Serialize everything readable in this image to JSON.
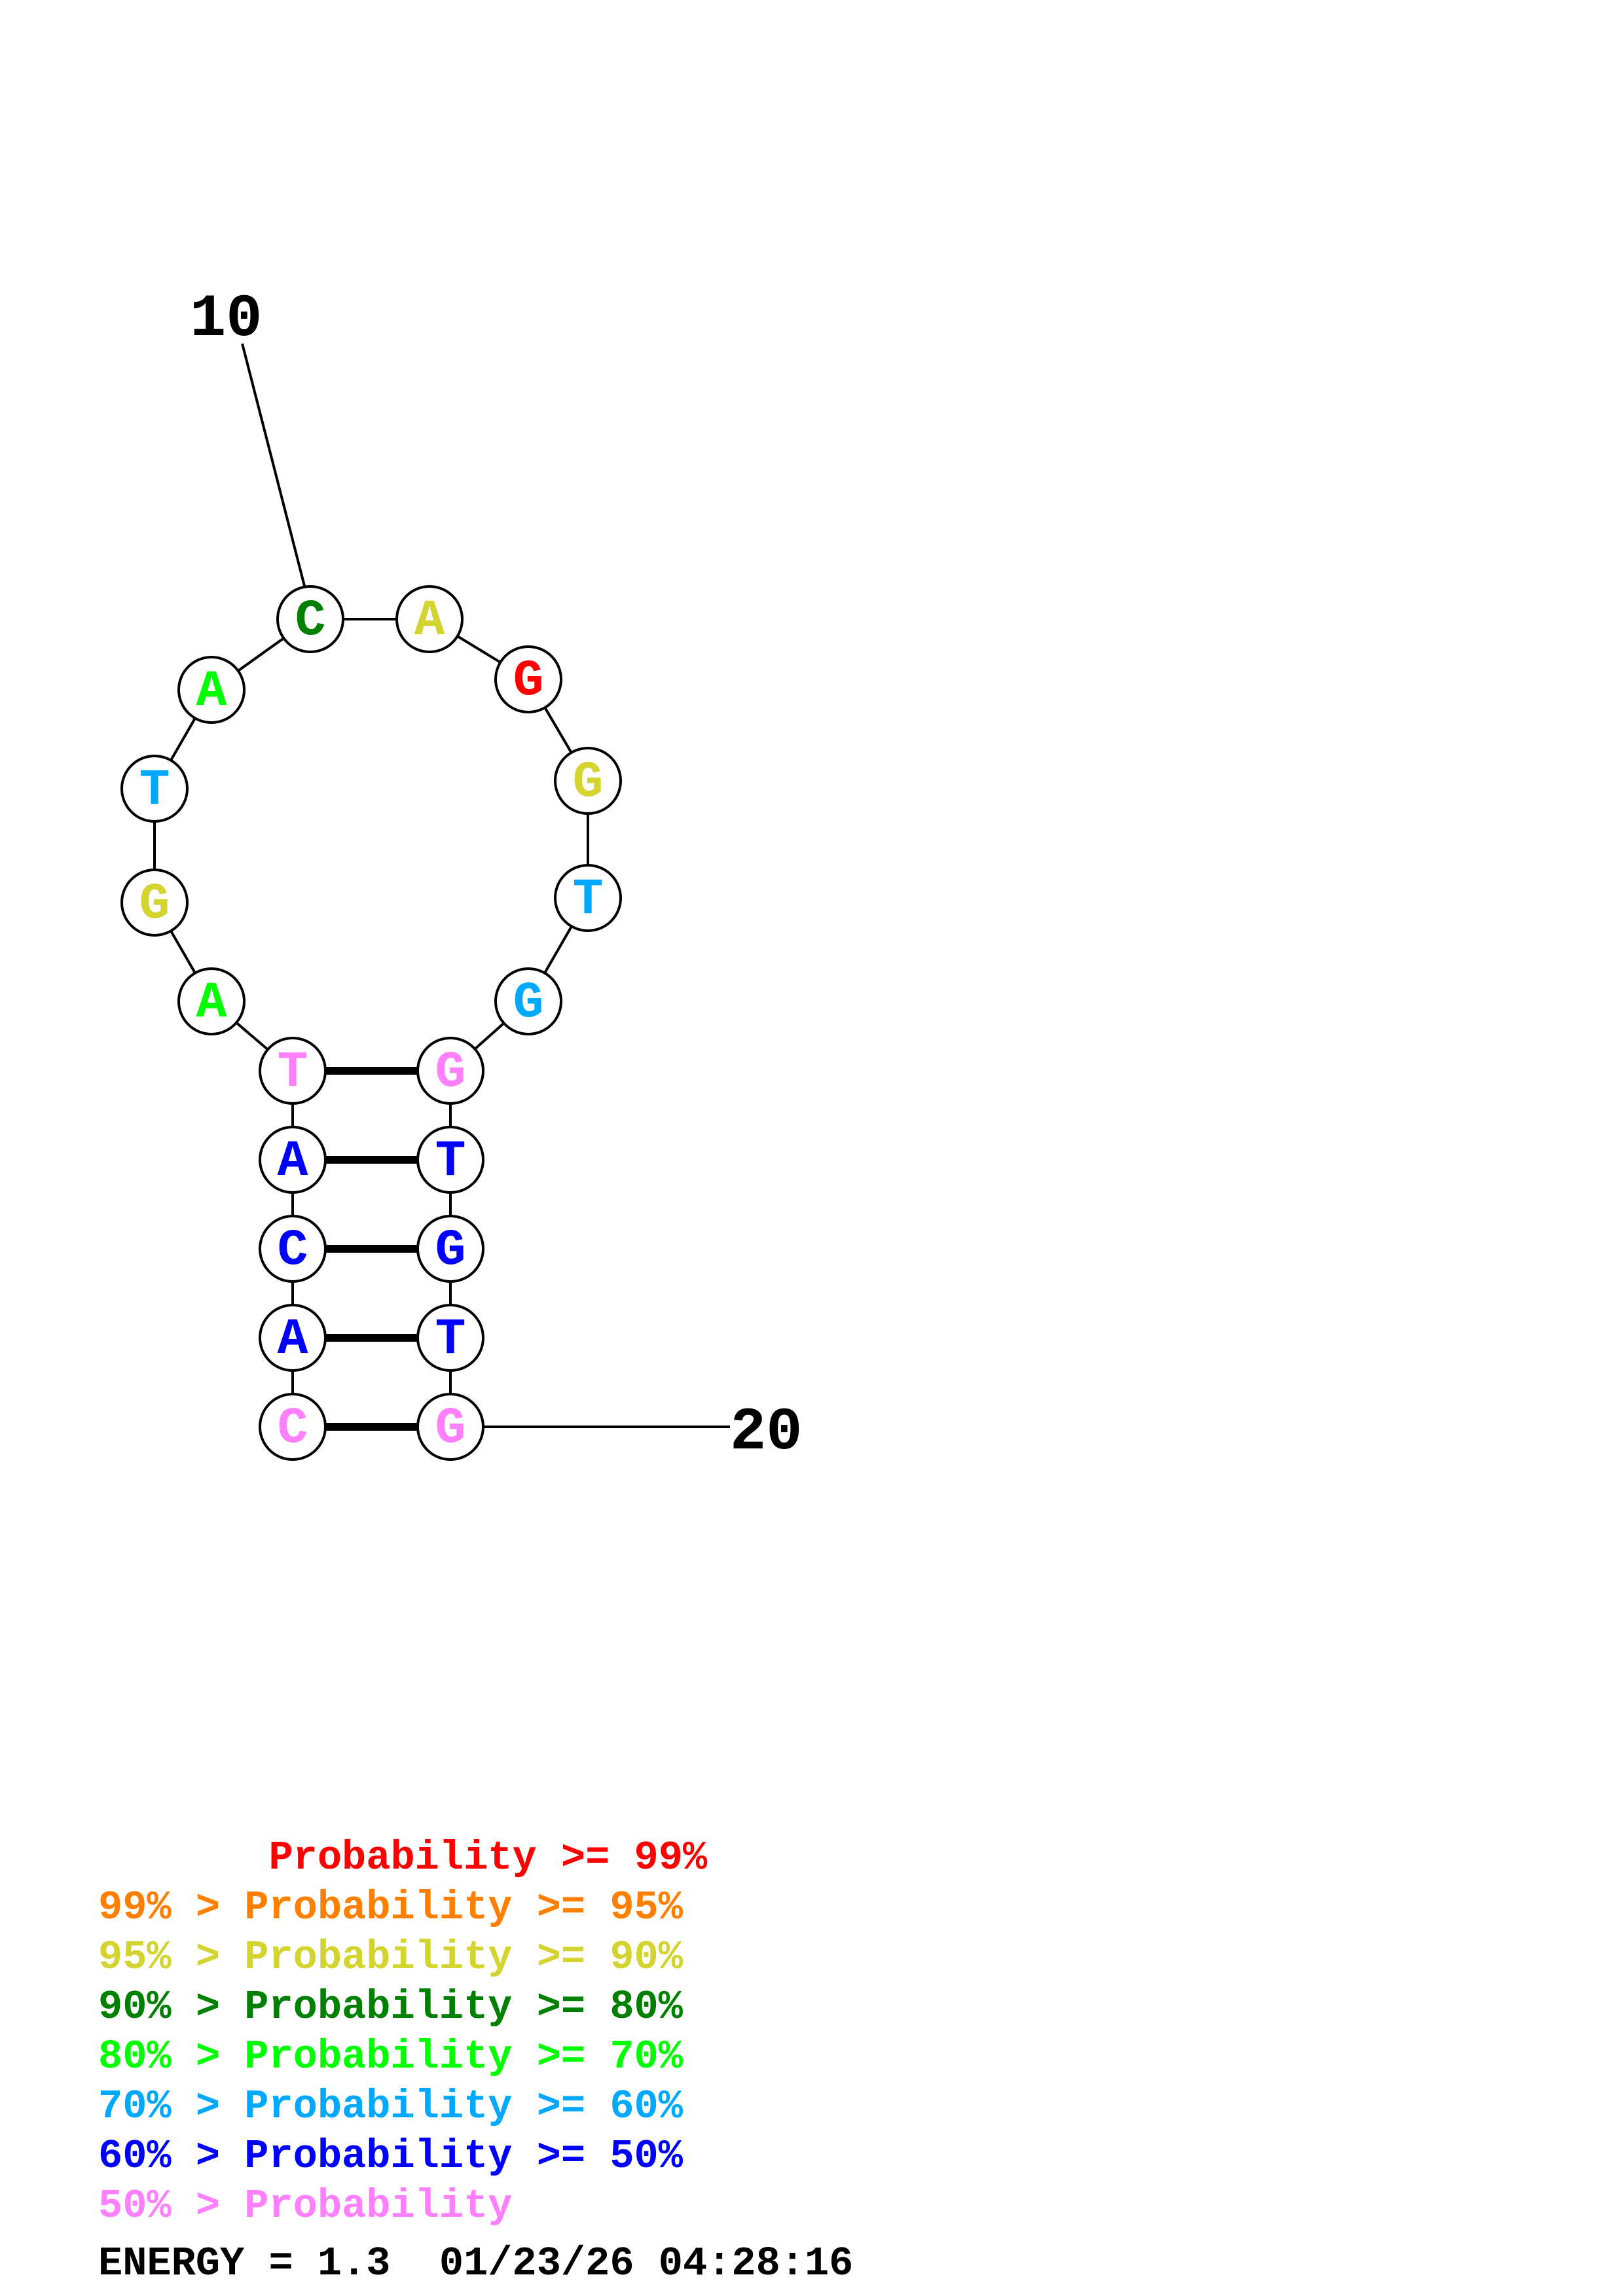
{
  "colors": {
    "p99": "#ff0000",
    "p95": "#ff8000",
    "p90": "#d4d430",
    "p80": "#008000",
    "p70": "#00ff00",
    "p60": "#00a8ff",
    "p50": "#0000ff",
    "plt50": "#ff80ff"
  },
  "labels": {
    "pos10": "10",
    "pos20": "20"
  },
  "nucleotides": [
    {
      "base": "C",
      "color": "#ff80ff"
    },
    {
      "base": "A",
      "color": "#0000ff"
    },
    {
      "base": "C",
      "color": "#0000ff"
    },
    {
      "base": "A",
      "color": "#0000ff"
    },
    {
      "base": "T",
      "color": "#ff80ff"
    },
    {
      "base": "A",
      "color": "#00ff00"
    },
    {
      "base": "G",
      "color": "#d4d430"
    },
    {
      "base": "T",
      "color": "#00a8ff"
    },
    {
      "base": "A",
      "color": "#00ff00"
    },
    {
      "base": "C",
      "color": "#008000"
    },
    {
      "base": "A",
      "color": "#d4d430"
    },
    {
      "base": "G",
      "color": "#ff0000"
    },
    {
      "base": "G",
      "color": "#d4d430"
    },
    {
      "base": "T",
      "color": "#00a8ff"
    },
    {
      "base": "G",
      "color": "#00a8ff"
    },
    {
      "base": "G",
      "color": "#ff80ff"
    },
    {
      "base": "T",
      "color": "#0000ff"
    },
    {
      "base": "G",
      "color": "#0000ff"
    },
    {
      "base": "T",
      "color": "#0000ff"
    },
    {
      "base": "G",
      "color": "#ff80ff"
    }
  ],
  "pairs": [
    [
      1,
      20
    ],
    [
      2,
      19
    ],
    [
      3,
      18
    ],
    [
      4,
      17
    ],
    [
      5,
      16
    ]
  ],
  "legend": [
    {
      "text": "       Probability >= 99%",
      "color": "#ff0000"
    },
    {
      "text": "99% > Probability >= 95%",
      "color": "#ff8000"
    },
    {
      "text": "95% > Probability >= 90%",
      "color": "#d4d430"
    },
    {
      "text": "90% > Probability >= 80%",
      "color": "#008000"
    },
    {
      "text": "80% > Probability >= 70%",
      "color": "#00ff00"
    },
    {
      "text": "70% > Probability >= 60%",
      "color": "#00a8ff"
    },
    {
      "text": "60% > Probability >= 50%",
      "color": "#0000ff"
    },
    {
      "text": "50% > Probability",
      "color": "#ff80ff"
    }
  ],
  "footer": "ENERGY = 1.3  01/23/26 04:28:16"
}
